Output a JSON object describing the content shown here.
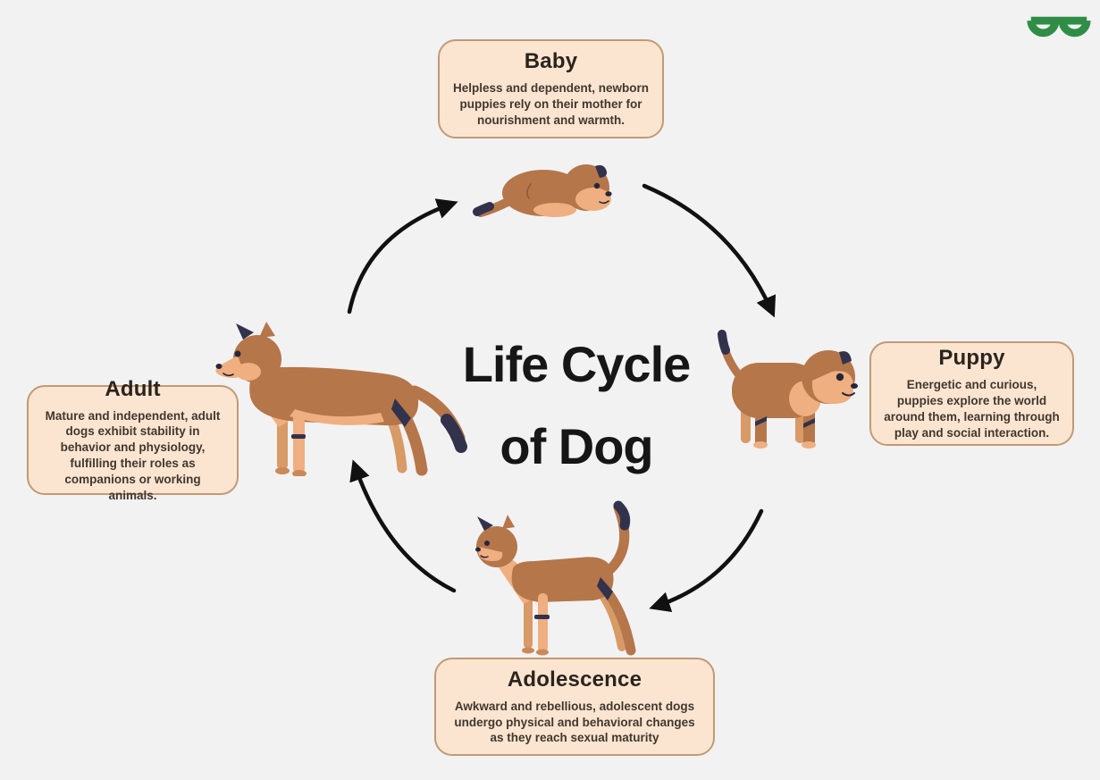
{
  "page": {
    "background_color": "#F2F2F3"
  },
  "logo": {
    "brand": "GeeksforGeeks",
    "color": "#2F8D46"
  },
  "title": {
    "line1": "Life Cycle",
    "line2": "of Dog"
  },
  "stages": [
    {
      "id": "baby",
      "label": "Baby",
      "description": "Helpless and dependent, newborn puppies rely on their mother for nourishment and warmth."
    },
    {
      "id": "puppy",
      "label": "Puppy",
      "description": "Energetic and curious, puppies explore the world around them, learning through play and social interaction."
    },
    {
      "id": "adolescence",
      "label": "Adolescence",
      "description": "Awkward and rebellious, adolescent dogs undergo physical and behavioral changes as they reach sexual maturity"
    },
    {
      "id": "adult",
      "label": "Adult",
      "description": "Mature and independent, adult dogs exhibit stability in behavior and physiology, fulfilling their roles as companions or working animals."
    }
  ],
  "flow": [
    {
      "from": "Baby",
      "to": "Puppy"
    },
    {
      "from": "Puppy",
      "to": "Adolescence"
    },
    {
      "from": "Adolescence",
      "to": "Adult"
    },
    {
      "from": "Adult",
      "to": "Baby"
    }
  ],
  "colors": {
    "card_fill": "#FBE5D1",
    "card_border": "#C19A74",
    "arrow": "#111111",
    "dog_body": "#B5764A",
    "dog_light": "#EFAF80",
    "dog_far_leg": "#D89A66",
    "dog_dark": "#32324C",
    "title_text": "#161616",
    "card_title_text": "#2B241D",
    "card_body_text": "#41372D"
  }
}
